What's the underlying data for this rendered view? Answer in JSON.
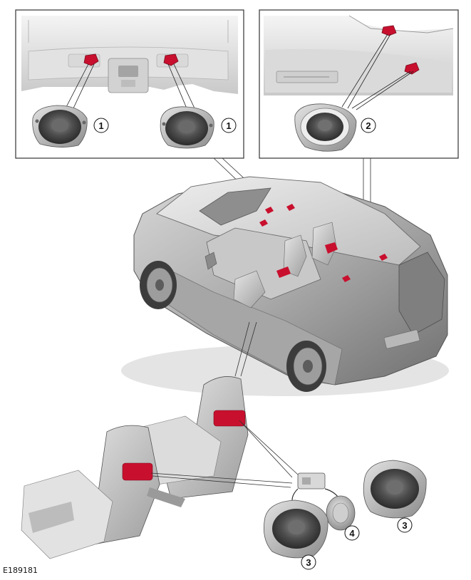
{
  "figure": {
    "code": "E189181"
  },
  "callouts": [
    "1",
    "1",
    "2",
    "3",
    "3",
    "4"
  ],
  "colors": {
    "highlight": "#c8102e",
    "body": "#9a9a9a",
    "panel_border": "#333333"
  }
}
